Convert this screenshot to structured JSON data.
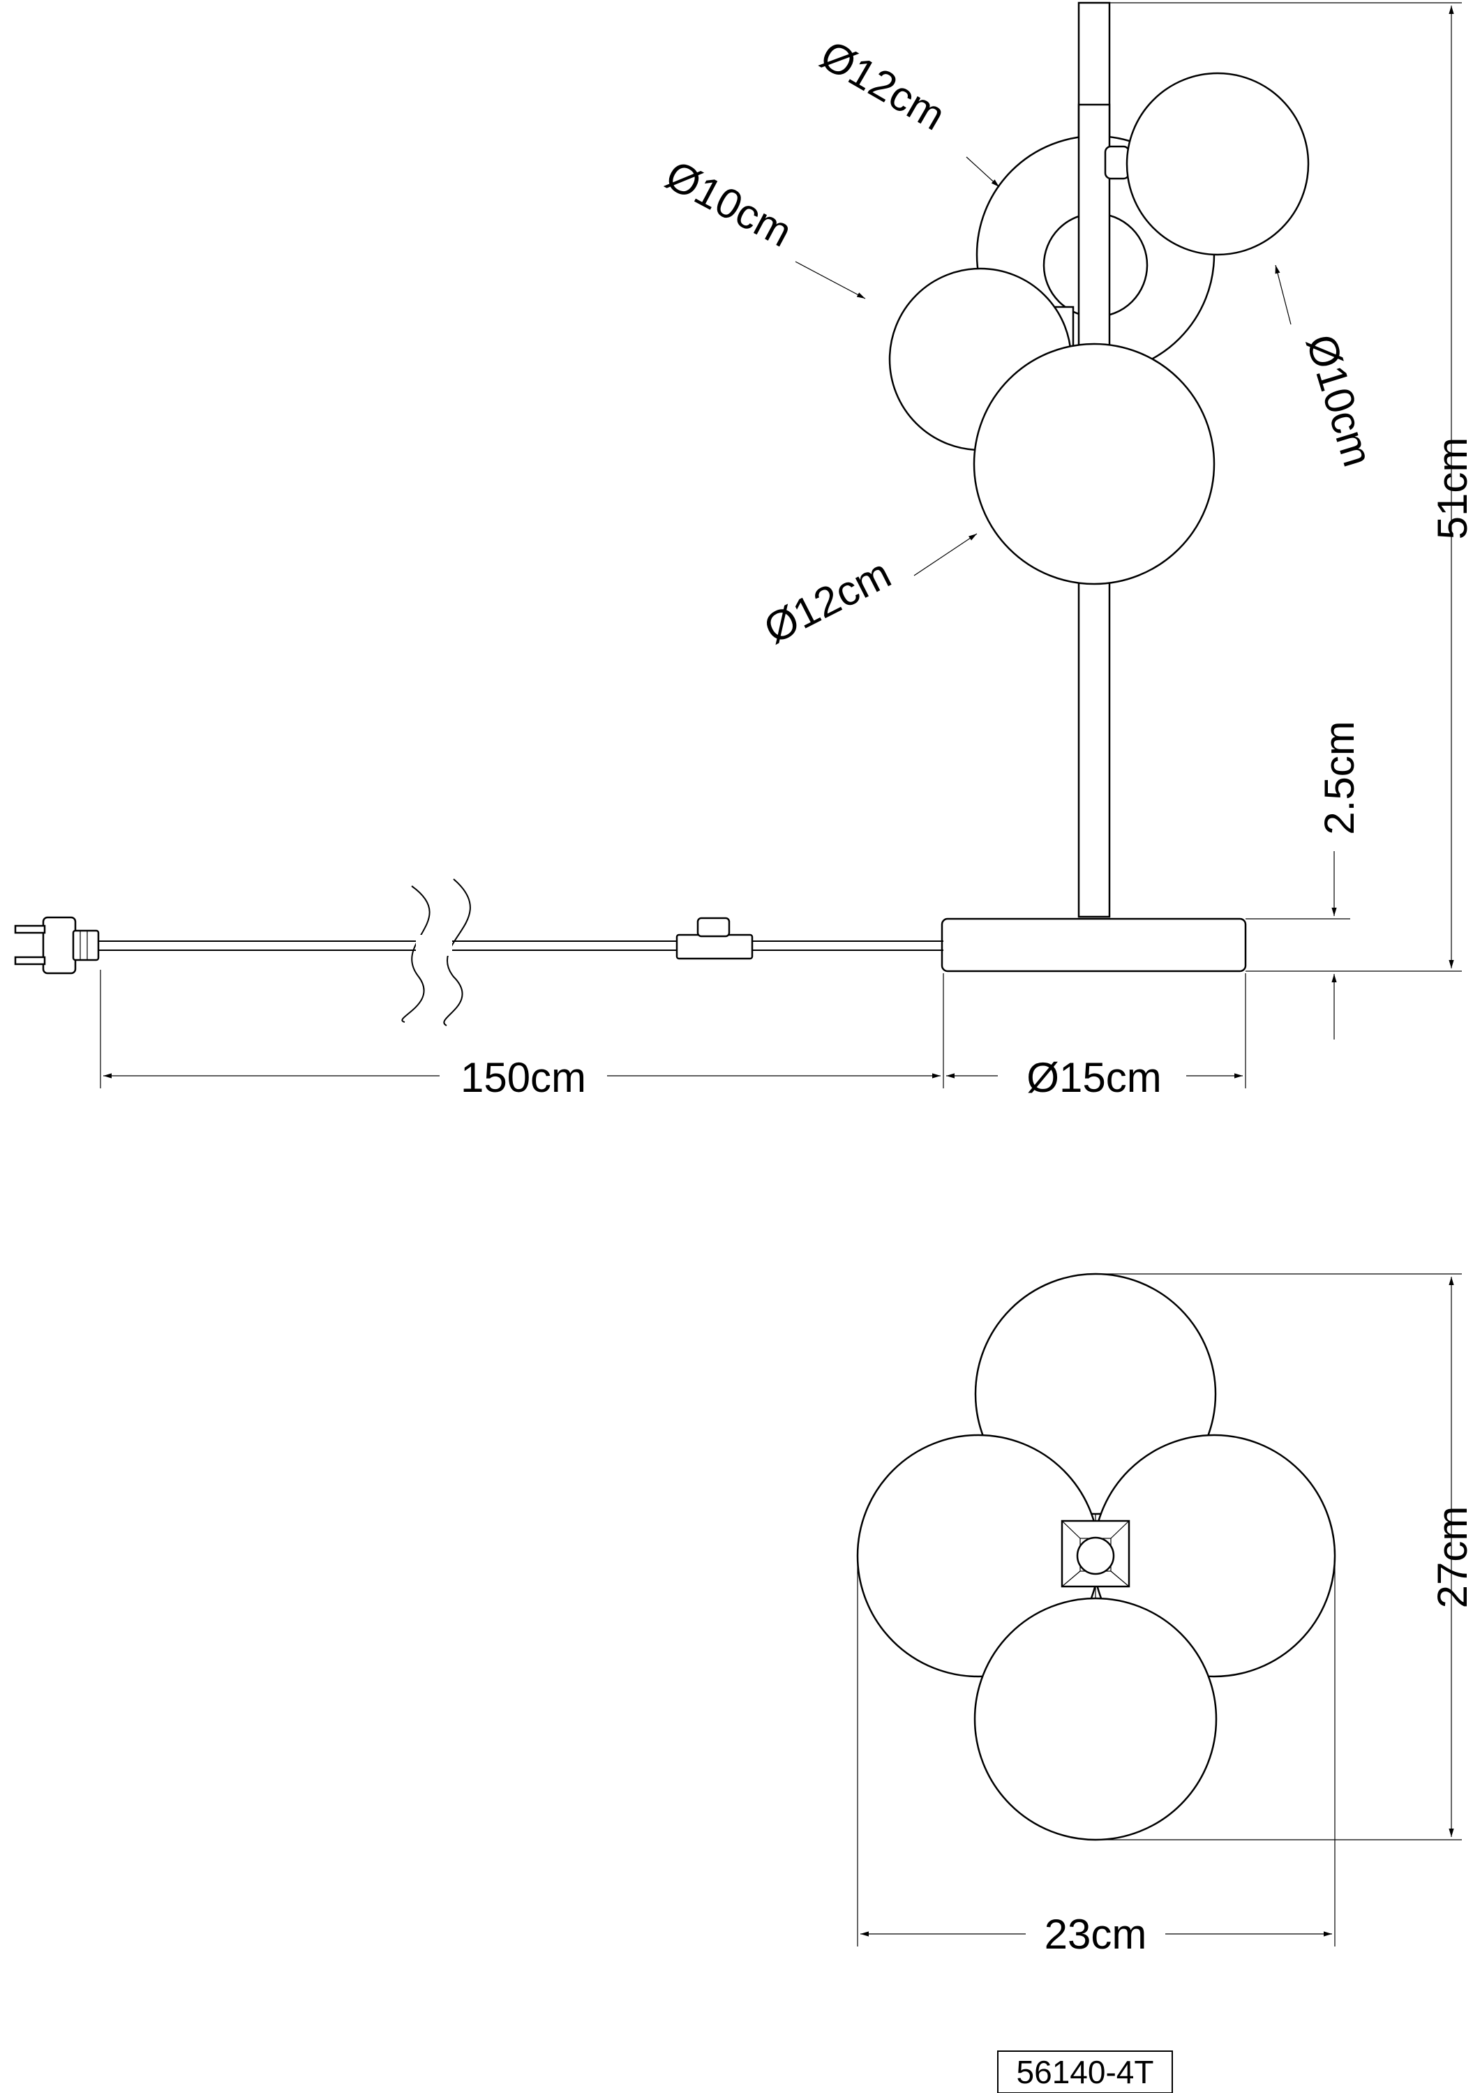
{
  "side_view": {
    "globe_top_right": "Ø10cm",
    "globe_back": "Ø12cm",
    "globe_left": "Ø10cm",
    "globe_front": "Ø12cm",
    "height_total": "51cm",
    "base_height": "2.5cm",
    "cable_length": "150cm",
    "base_diameter": "Ø15cm"
  },
  "top_view": {
    "depth": "27cm",
    "width": "23cm"
  },
  "product_code": "56140-4T"
}
